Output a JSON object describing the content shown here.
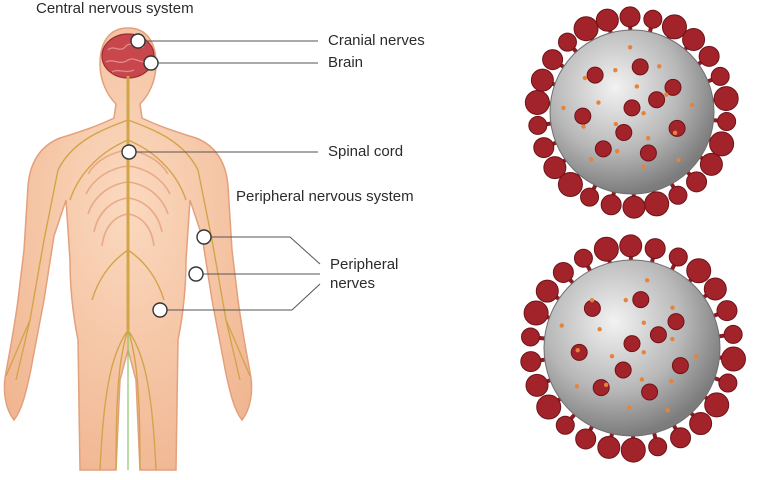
{
  "labels": {
    "central_nervous_system": "Central nervous system",
    "cranial_nerves": "Cranial nerves",
    "brain": "Brain",
    "spinal_cord": "Spinal cord",
    "peripheral_nervous_system": "Peripheral nervous system",
    "peripheral_nerves_line1": "Peripheral",
    "peripheral_nerves_line2": "nerves"
  },
  "colors": {
    "skin": "#f6c7a4",
    "skin_outline": "#e9a27e",
    "nerve": "#d2a54a",
    "brain": "#c2454a",
    "callout_line": "#555555",
    "virus_envelope": "#b9b9b9",
    "virus_spike": "#a3232b",
    "virus_dot": "#e6823a"
  }
}
